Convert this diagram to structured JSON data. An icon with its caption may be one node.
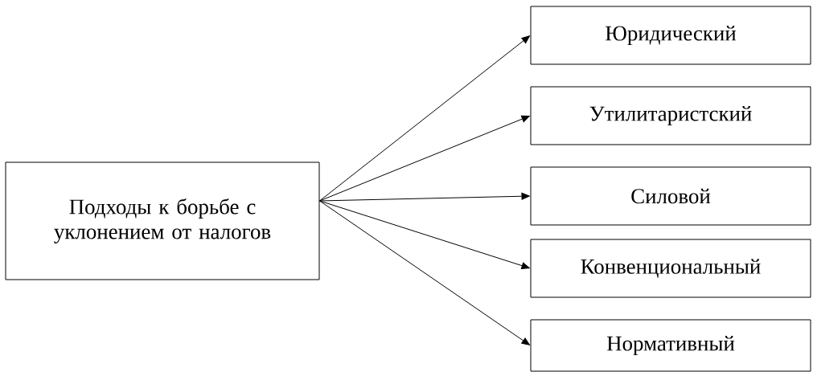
{
  "diagram": {
    "nodes": [
      {
        "text": [
          "Подходы к борьбе с уклонением от налогов"
        ]
      },
      {
        "text": [
          "Юридический"
        ]
      },
      {
        "text": [
          "Утилитаристский"
        ]
      },
      {
        "text": [
          "Силовой"
        ]
      },
      {
        "text": [
          "Конвенциональный"
        ]
      },
      {
        "text": [
          "Нормативный"
        ]
      }
    ],
    "edges": [
      {
        "from": 0,
        "to": 1,
        "arrow": "to"
      },
      {
        "from": 0,
        "to": 2,
        "arrow": "to"
      },
      {
        "from": 0,
        "to": 3,
        "arrow": "to"
      },
      {
        "from": 0,
        "to": 4,
        "arrow": "to"
      },
      {
        "from": 0,
        "to": 5,
        "arrow": "to"
      }
    ]
  }
}
